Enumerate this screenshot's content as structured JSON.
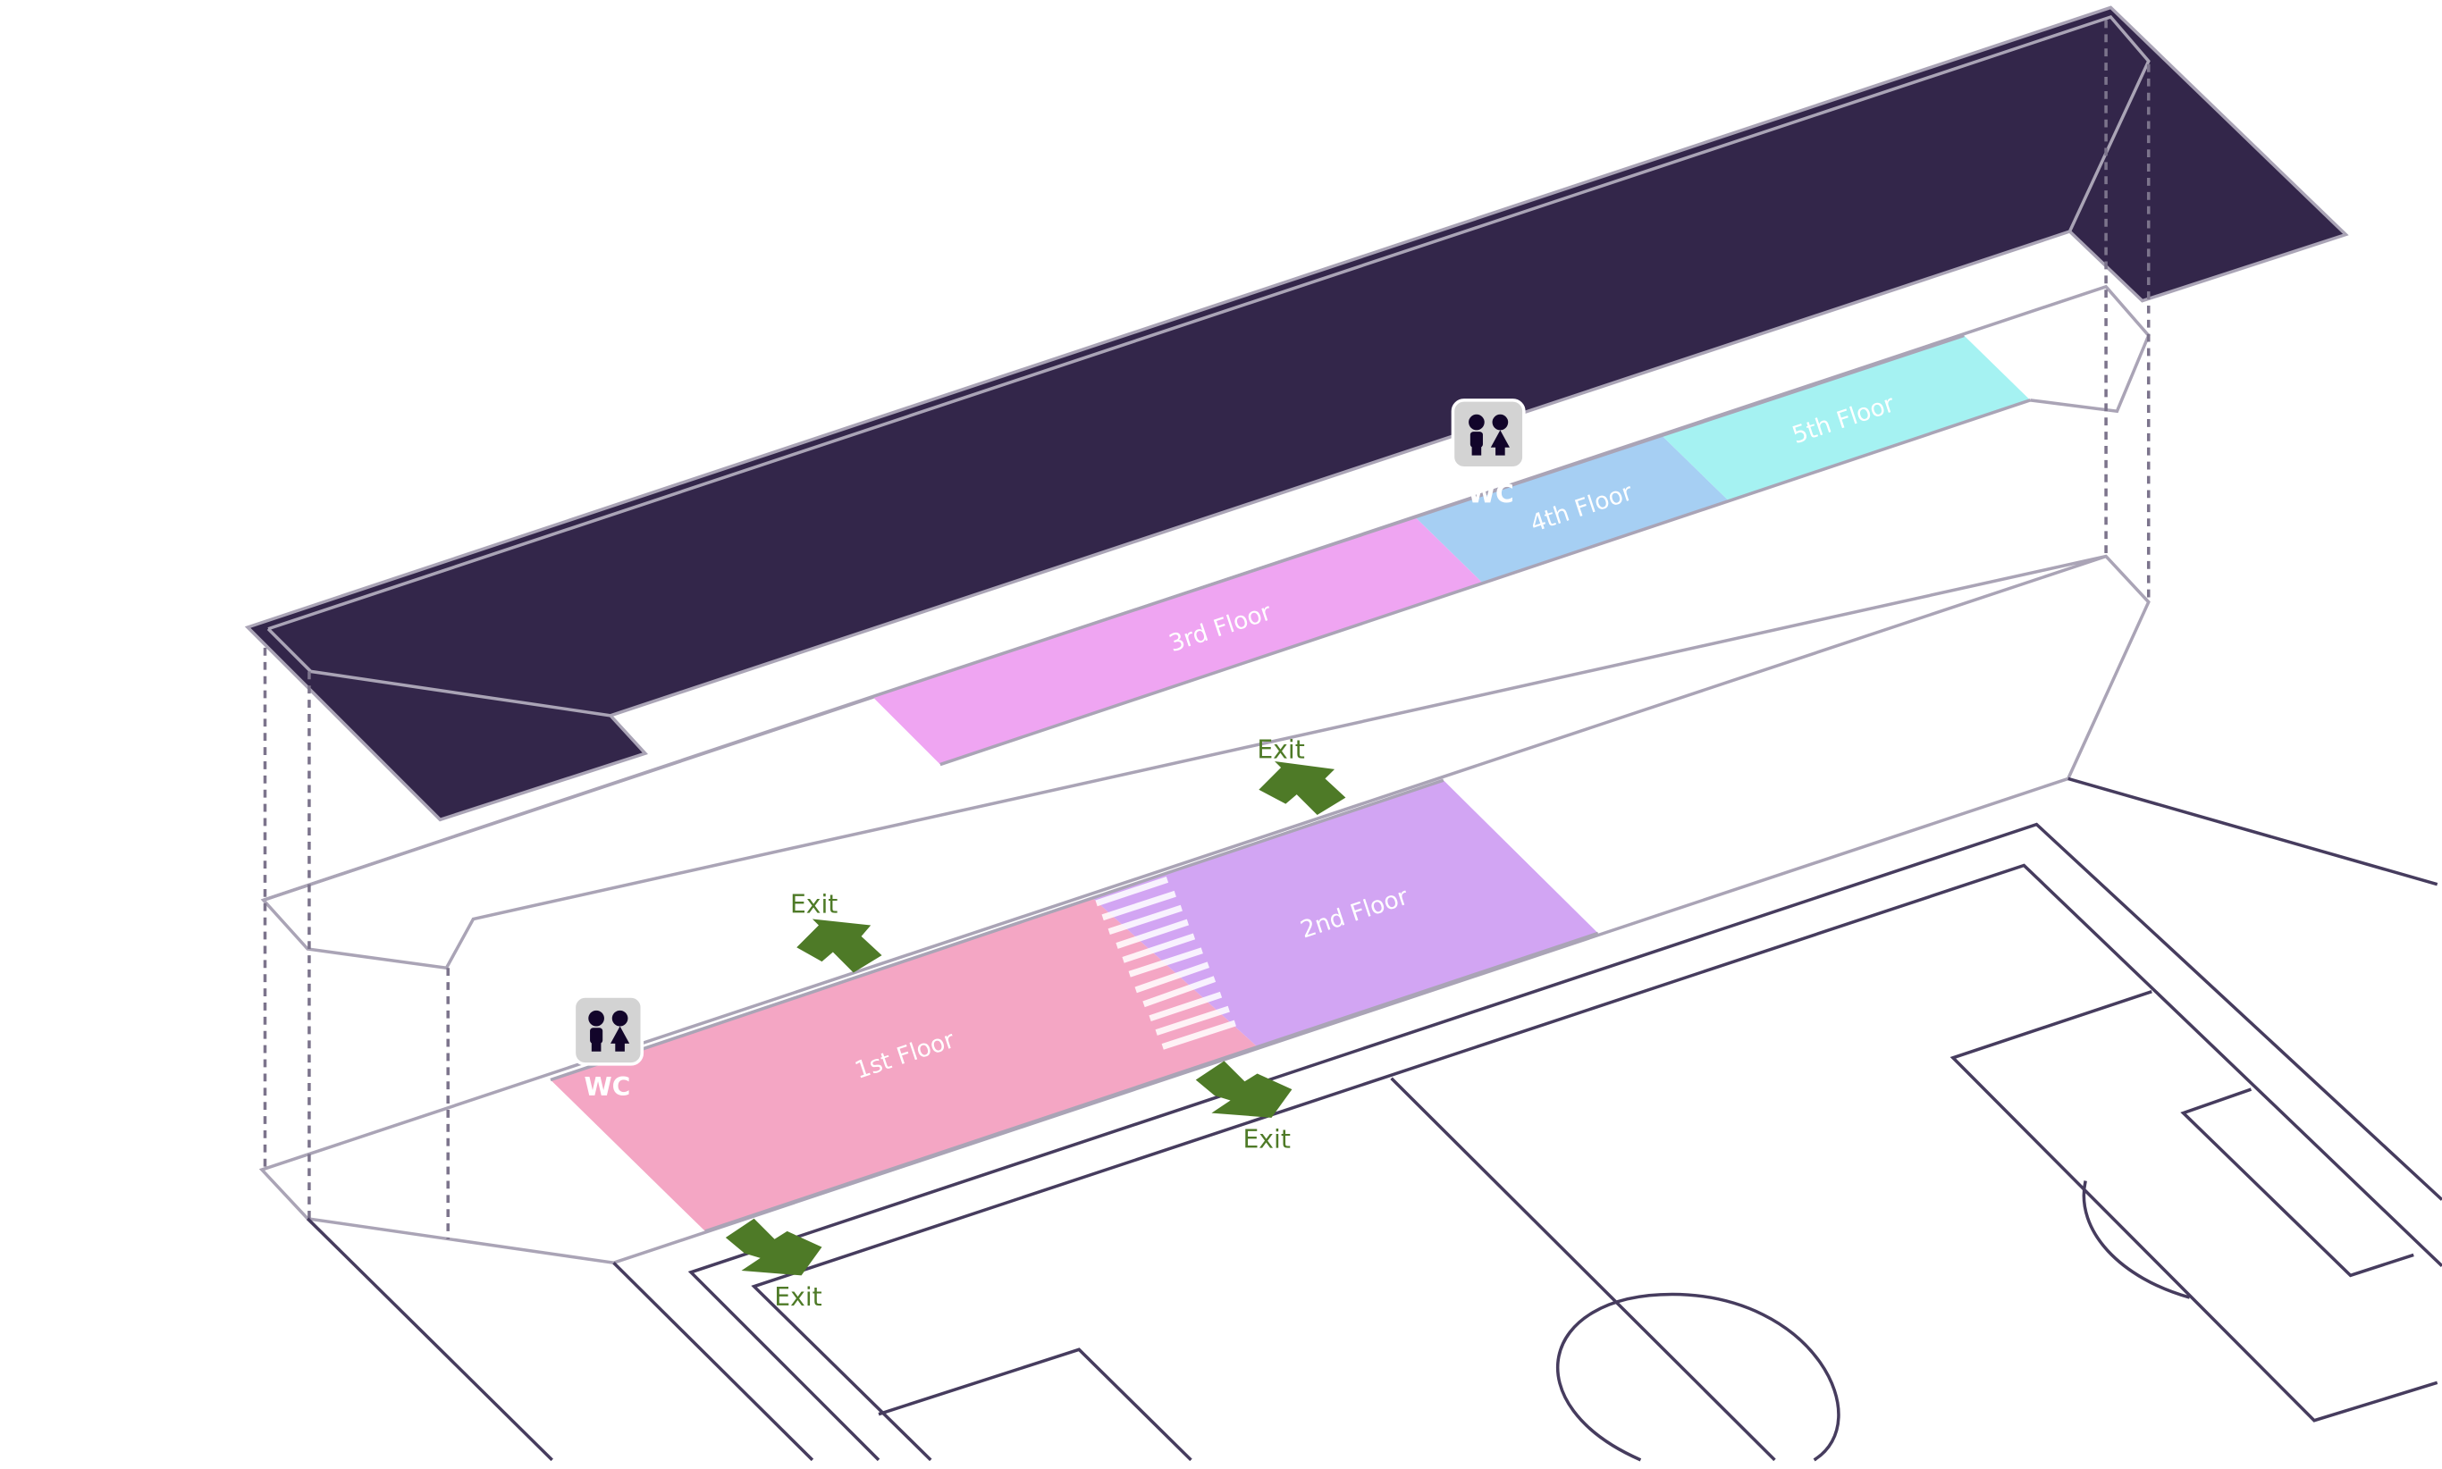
{
  "floors": [
    {
      "label": "1st Floor",
      "color": "#f4a6c4"
    },
    {
      "label": "2nd Floor",
      "color": "#d2a5f3"
    },
    {
      "label": "3rd Floor",
      "color": "#efa5f2"
    },
    {
      "label": "4th Floor",
      "color": "#a6cff3"
    },
    {
      "label": "5th Floor",
      "color": "#a5f2f2"
    }
  ],
  "exits": [
    "Exit",
    "Exit",
    "Exit",
    "Exit"
  ],
  "restrooms": [
    {
      "label": "WC",
      "icon": "restroom-icon"
    },
    {
      "label": "WC",
      "icon": "restroom-icon"
    }
  ],
  "colors": {
    "roof": "#33264a",
    "exit": "#4e7a27",
    "field_lines": "#463c5e"
  }
}
